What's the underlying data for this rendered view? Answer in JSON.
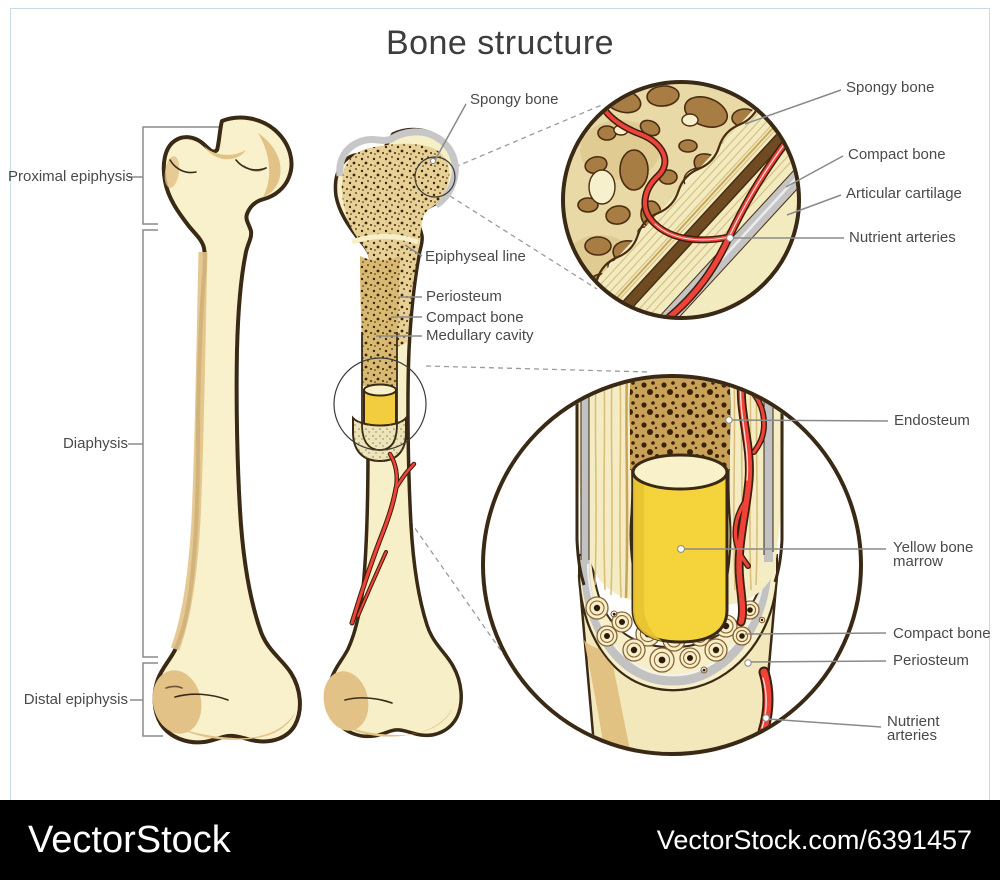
{
  "title": "Bone structure",
  "left_labels": {
    "proximal": "Proximal epiphysis",
    "diaphysis": "Diaphysis",
    "distal": "Distal epiphysis"
  },
  "middle_labels": {
    "spongy": "Spongy bone",
    "epiphyseal": "Epiphyseal line",
    "periosteum": "Periosteum",
    "compact": "Compact bone",
    "medullary": "Medullary cavity"
  },
  "top_circle_labels": {
    "spongy": "Spongy bone",
    "compact": "Compact bone",
    "articular": "Articular cartilage",
    "nutrient": "Nutrient arteries"
  },
  "bottom_circle_labels": {
    "endosteum": "Endosteum",
    "marrow": "Yellow bone marrow",
    "compact": "Compact bone",
    "periosteum": "Periosteum",
    "nutrient": "Nutrient arteries"
  },
  "footer": {
    "logo": "VectorStock",
    "credit": "VectorStock.com/6391457"
  },
  "colors": {
    "bone_cream": "#F8F1CB",
    "bone_tan": "#E2C287",
    "outline_brown": "#3A2A15",
    "spongy_tan": "#D8B972",
    "blob_brown": "#A87D44",
    "cartilage_gray": "#C4C4C4",
    "artery_red": "#EF4238",
    "marrow_yellow": "#F5D33B",
    "frame_blue": "#C5DCE1",
    "banner_black": "#000000",
    "label_gray": "#4A4A4A"
  }
}
